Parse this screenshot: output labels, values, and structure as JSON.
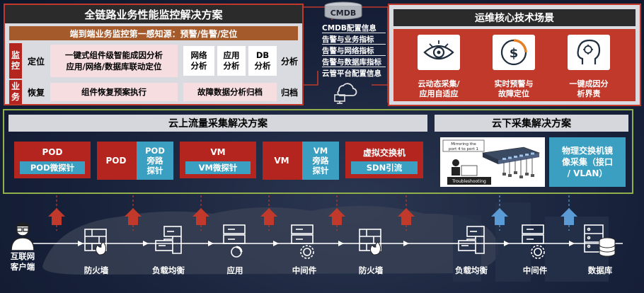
{
  "left_panel": {
    "title": "全链路业务性能监控解决方案",
    "subtitle": "端到端业务监控第一感知源：预警/告警/定位",
    "monitor_tag": "监\n控",
    "business_tag": "业\n务",
    "locate_label": "定位",
    "locate_text": "一键式组件级智能成因分析\n应用/网络/数据库联动定位",
    "analysis_boxes": [
      "网络\n分析",
      "应用\n分析",
      "DB\n分析"
    ],
    "analysis_label": "分析",
    "recover_label": "恢复",
    "recover_text": "组件恢复预案执行",
    "archive_text": "故障数据分析归档",
    "archive_label": "归档"
  },
  "cmdb": {
    "title": "CMDB",
    "lines": [
      "CMDB配置信息",
      "告警与业务指标",
      "告警与网络指标",
      "告警与数据库指标",
      "云管平台配置信息"
    ]
  },
  "right_panel": {
    "title": "运维核心技术场景",
    "scenes": [
      {
        "label": "云动态采集/\n应用自适应",
        "icon": "eye-icon"
      },
      {
        "label": "实时预警与\n故障定位",
        "icon": "dollar-alert-icon"
      },
      {
        "label": "一键成因分\n析界责",
        "icon": "ai-head-icon"
      }
    ]
  },
  "cloud_up": {
    "title": "云上流量采集解决方案",
    "blocks": [
      {
        "top": "POD",
        "bottom": "POD微探针"
      },
      {
        "left": "POD",
        "right": "POD\n旁路\n探针"
      },
      {
        "top": "VM",
        "bottom": "VM微探针"
      },
      {
        "left": "VM",
        "right": "VM\n旁路\n探针"
      },
      {
        "top": "虚拟交换机",
        "bottom": "SDN引流"
      }
    ]
  },
  "cloud_down": {
    "title": "云下采集解决方案",
    "image_caption_1": "Mirroring the",
    "image_caption_2": "port 4 to port 1",
    "image_caption_3": "Troubleshooting",
    "text": "物理交换机镜\n像采集（接口\n/ VLAN）"
  },
  "flow_nodes": [
    {
      "label": "互联网\n客户端",
      "icon": "user-icon"
    },
    {
      "label": "防火墙",
      "icon": "firewall-icon"
    },
    {
      "label": "负载均衡",
      "icon": "load-balancer-icon"
    },
    {
      "label": "应用",
      "icon": "app-server-icon"
    },
    {
      "label": "中间件",
      "icon": "middleware-icon"
    },
    {
      "label": "防火墙",
      "icon": "firewall-icon"
    },
    {
      "label": "负载均衡",
      "icon": "load-balancer-icon"
    },
    {
      "label": "中间件",
      "icon": "middleware-icon"
    },
    {
      "label": "数据库",
      "icon": "database-icon"
    }
  ],
  "colors": {
    "red": "#b5251f",
    "teal": "#3a9fc1",
    "green_border": "#8fb04a",
    "background": "#17213a"
  }
}
